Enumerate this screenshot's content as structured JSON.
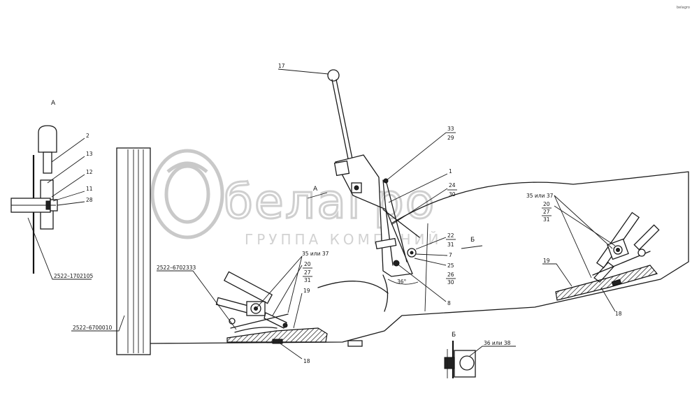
{
  "watermark": {
    "brand": "белагро",
    "subtitle": "ГРУППА КОМПАНИЙ",
    "corner_mark": "belagro"
  },
  "views": {
    "view_a": "А",
    "view_b": "Б",
    "arrow_a": "А",
    "arrow_b": "Б"
  },
  "angle_label": "36°",
  "part_numbers": {
    "p2522_1702105": "2522–1702105",
    "p2522_6702333": "2522–6702333",
    "p2522_6700010": "2522–6700010"
  },
  "callouts": {
    "c17": "17",
    "c33": "33",
    "c29": "29",
    "c1": "1",
    "c24": "24",
    "c30a": "30",
    "c22": "22",
    "c31a": "31",
    "c7": "7",
    "c25": "25",
    "c26": "26",
    "c30b": "30",
    "c8": "8",
    "c2": "2",
    "c13": "13",
    "c12": "12",
    "c11": "11",
    "c28": "28",
    "left_35_37": "35 или 37",
    "left_20": "20",
    "left_27": "27",
    "left_31": "31",
    "left_19": "19",
    "left_18": "18",
    "right_35_37": "35 или 37",
    "right_20": "20",
    "right_27": "27",
    "right_31": "31",
    "right_19": "19",
    "right_18": "18",
    "b_36_38": "36 или 38"
  }
}
